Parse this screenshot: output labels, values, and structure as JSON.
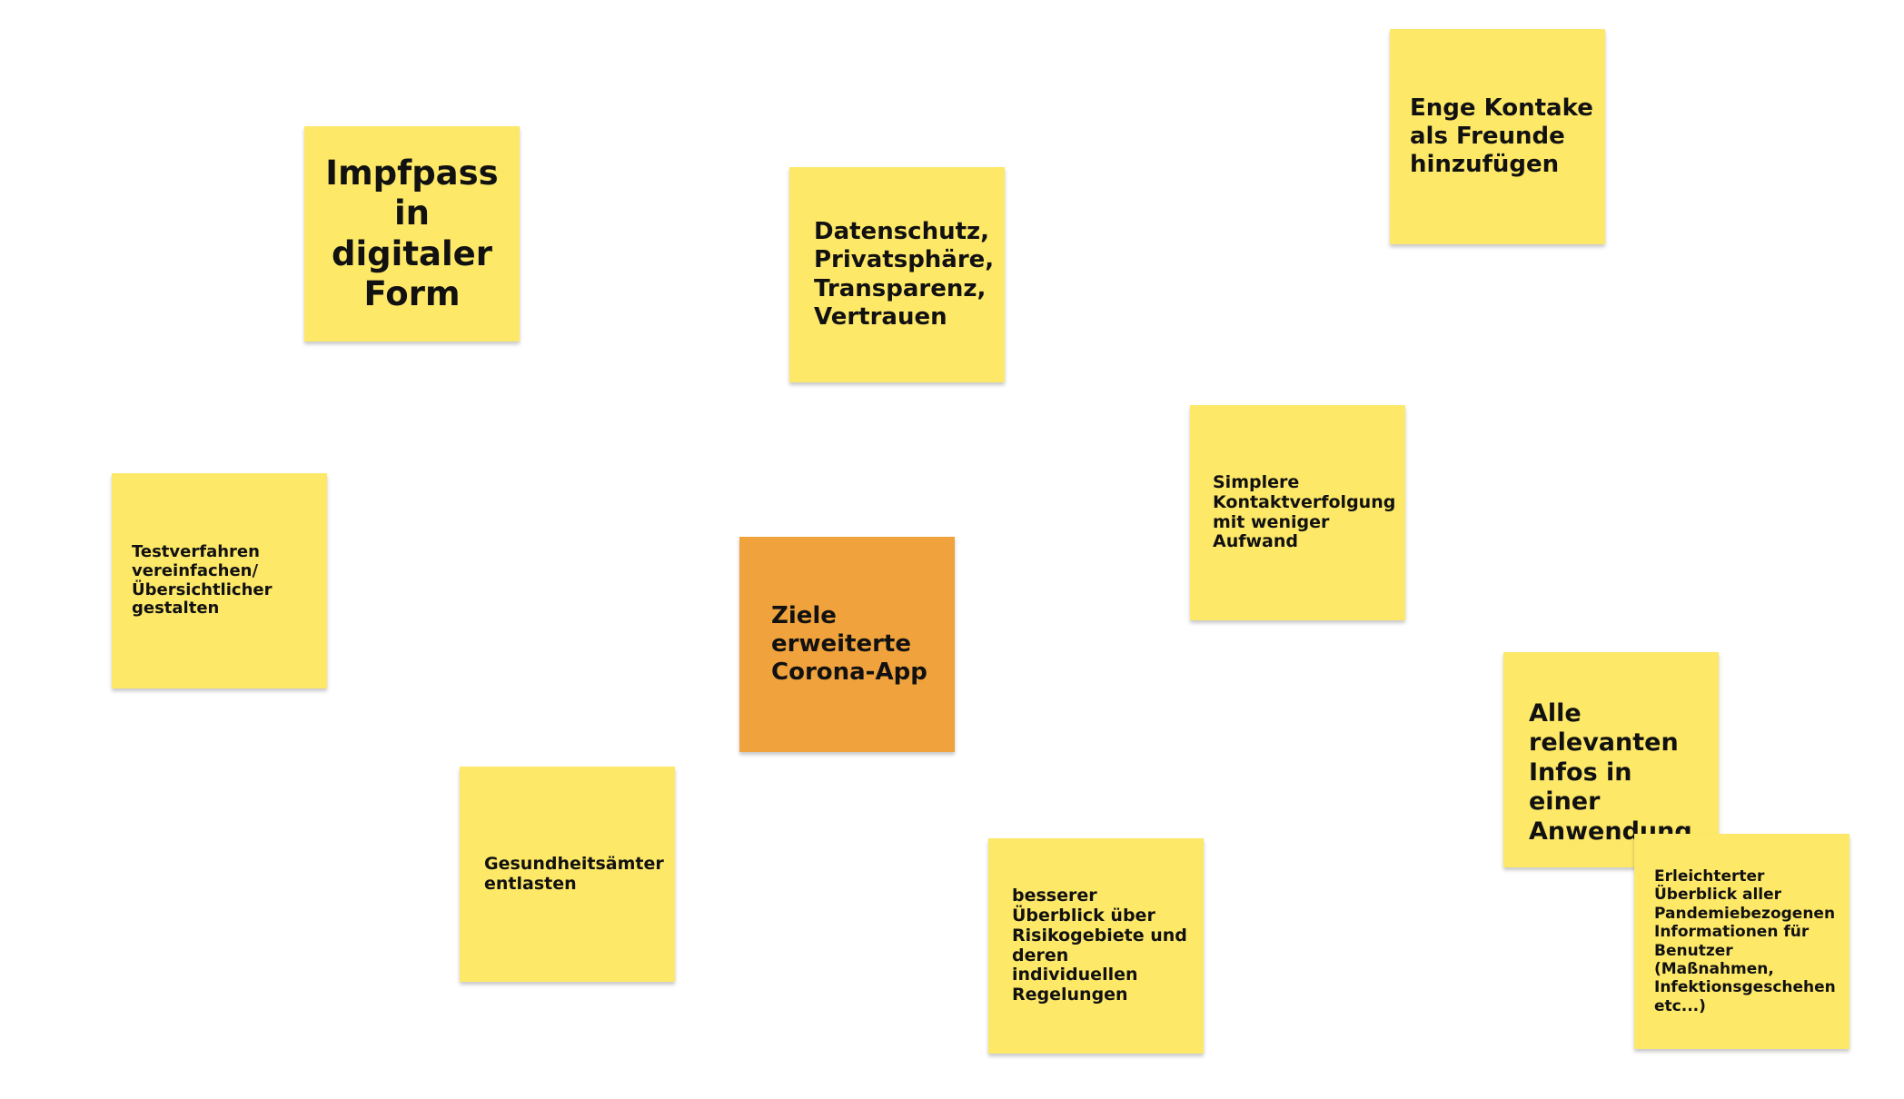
{
  "board": {
    "colors": {
      "background": "#ffffff",
      "sticky_yellow": "#fde868",
      "sticky_orange": "#f0a23c",
      "text": "#111111"
    },
    "notes": {
      "impfpass": {
        "text": "Impfpass in digitaler Form",
        "color": "yellow"
      },
      "datenschutz": {
        "text": "Datenschutz, Privatsphäre, Transparenz, Vertrauen",
        "color": "yellow"
      },
      "kontakte": {
        "text": "Enge Kontake als Freunde hinzufügen",
        "color": "yellow"
      },
      "kontaktverfolgung": {
        "text": "Simplere Kontaktverfolgung mit weniger Aufwand",
        "color": "yellow"
      },
      "testverfahren": {
        "text": "Testverfahren vereinfachen/Übersichtlicher gestalten",
        "color": "yellow"
      },
      "center": {
        "text": "Ziele erweiterte Corona-App",
        "color": "orange"
      },
      "gesundheitsaemter": {
        "text": "Gesundheitsämter entlasten",
        "color": "yellow"
      },
      "ueberblick": {
        "text": "besserer Überblick über Risikogebiete und deren individuellen Regelungen",
        "color": "yellow"
      },
      "infos": {
        "text": "Alle relevanten Infos in einer Anwendung",
        "color": "yellow"
      },
      "erleichtert": {
        "text": "Erleichterter Überblick aller Pandemiebezogenen Informationen für Benutzer (Maßnahmen, Infektionsgeschehen etc...)",
        "color": "yellow"
      }
    }
  }
}
